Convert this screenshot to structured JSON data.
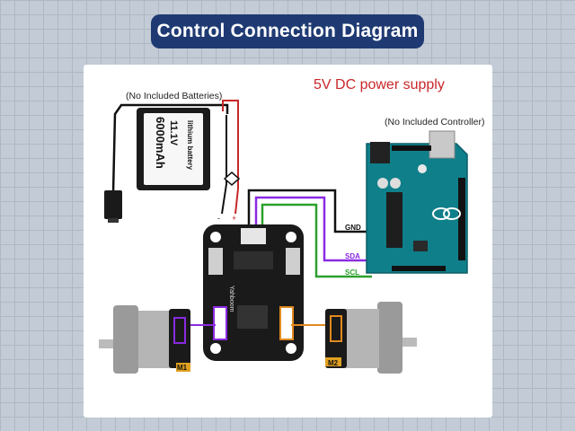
{
  "title": "Control Connection Diagram",
  "labels": {
    "batteries": "(No Included Batteries)",
    "controller": "(No Included Controller)",
    "power_supply": "5V DC power supply"
  },
  "battery": {
    "name": "lithium battery",
    "capacity": "6000mAh",
    "voltage_marking": "11.1V"
  },
  "wires": {
    "gnd": "GND",
    "sda": "SDA",
    "scl": "SCL"
  },
  "board": {
    "brand": "Yahboom"
  },
  "motors": {
    "m1": "M1",
    "m2": "M2"
  },
  "colors": {
    "title_bg": "#1f3a73",
    "power_label": "#c8282a",
    "arduino_teal": "#0f7f8a",
    "wire_purple": "#8a2be2",
    "wire_green": "#2ca02c",
    "wire_red": "#d62728"
  }
}
